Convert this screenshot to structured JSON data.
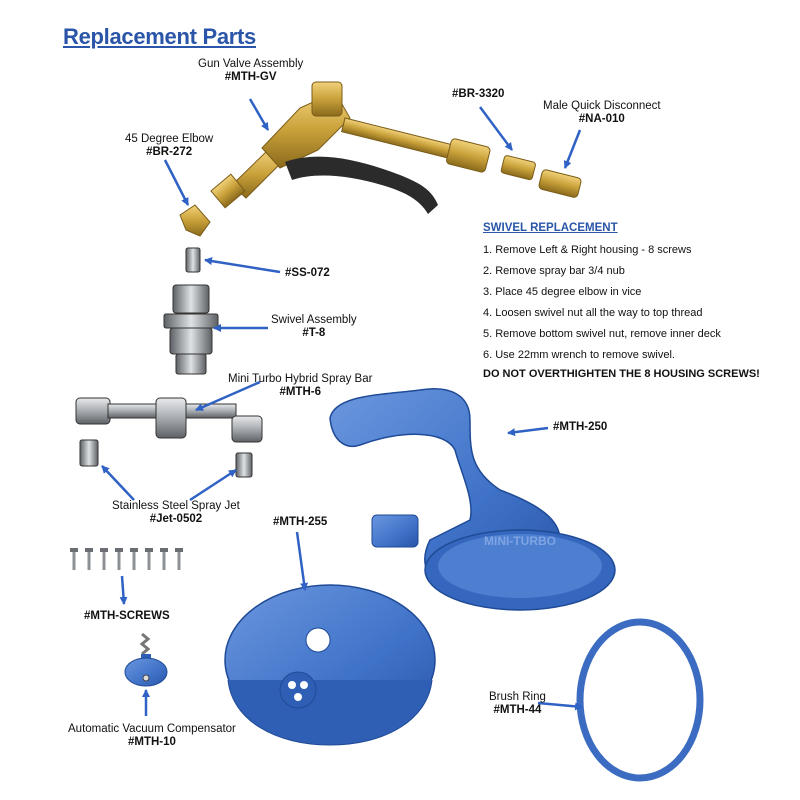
{
  "title": "Replacement Parts",
  "parts": {
    "gun_valve": {
      "name": "Gun Valve Assembly",
      "code": "#MTH-GV"
    },
    "br3320": {
      "code": "#BR-3320"
    },
    "quick_disconnect": {
      "name": "Male Quick Disconnect",
      "code": "#NA-010"
    },
    "elbow": {
      "name": "45 Degree Elbow",
      "code": "#BR-272"
    },
    "ss072": {
      "code": "#SS-072"
    },
    "swivel": {
      "name": "Swivel Assembly",
      "code": "#T-8"
    },
    "spray_bar": {
      "name": "Mini Turbo Hybrid Spray Bar",
      "code": "#MTH-6"
    },
    "spray_jet": {
      "name": "Stainless Steel Spray Jet",
      "code": "#Jet-0502"
    },
    "mth250": {
      "code": "#MTH-250"
    },
    "mth255": {
      "code": "#MTH-255"
    },
    "screws": {
      "code": "#MTH-SCREWS"
    },
    "vacuum_comp": {
      "name": "Automatic Vacuum Compensator",
      "code": "#MTH-10"
    },
    "brush_ring": {
      "name": "Brush Ring",
      "code": "#MTH-44"
    }
  },
  "instructions": {
    "heading": "SWIVEL REPLACEMENT",
    "steps": [
      "1. Remove Left & Right housing - 8 screws",
      "2. Remove spray bar 3/4 nub",
      "3. Place 45 degree elbow in vice",
      "4. Loosen swivel nut all the way to top thread",
      "5. Remove bottom swivel nut, remove inner deck",
      "6. Use 22mm wrench to remove swivel."
    ],
    "warning": "DO NOT OVERTHIGHTEN THE 8 HOUSING SCREWS!"
  },
  "housing_text": "MINI-TURBO",
  "colors": {
    "title": "#2a55a8",
    "brass": "#c9a13a",
    "steel": "#a8acb0",
    "blue_part": "#3f72c8",
    "arrow": "#2f62c4"
  }
}
